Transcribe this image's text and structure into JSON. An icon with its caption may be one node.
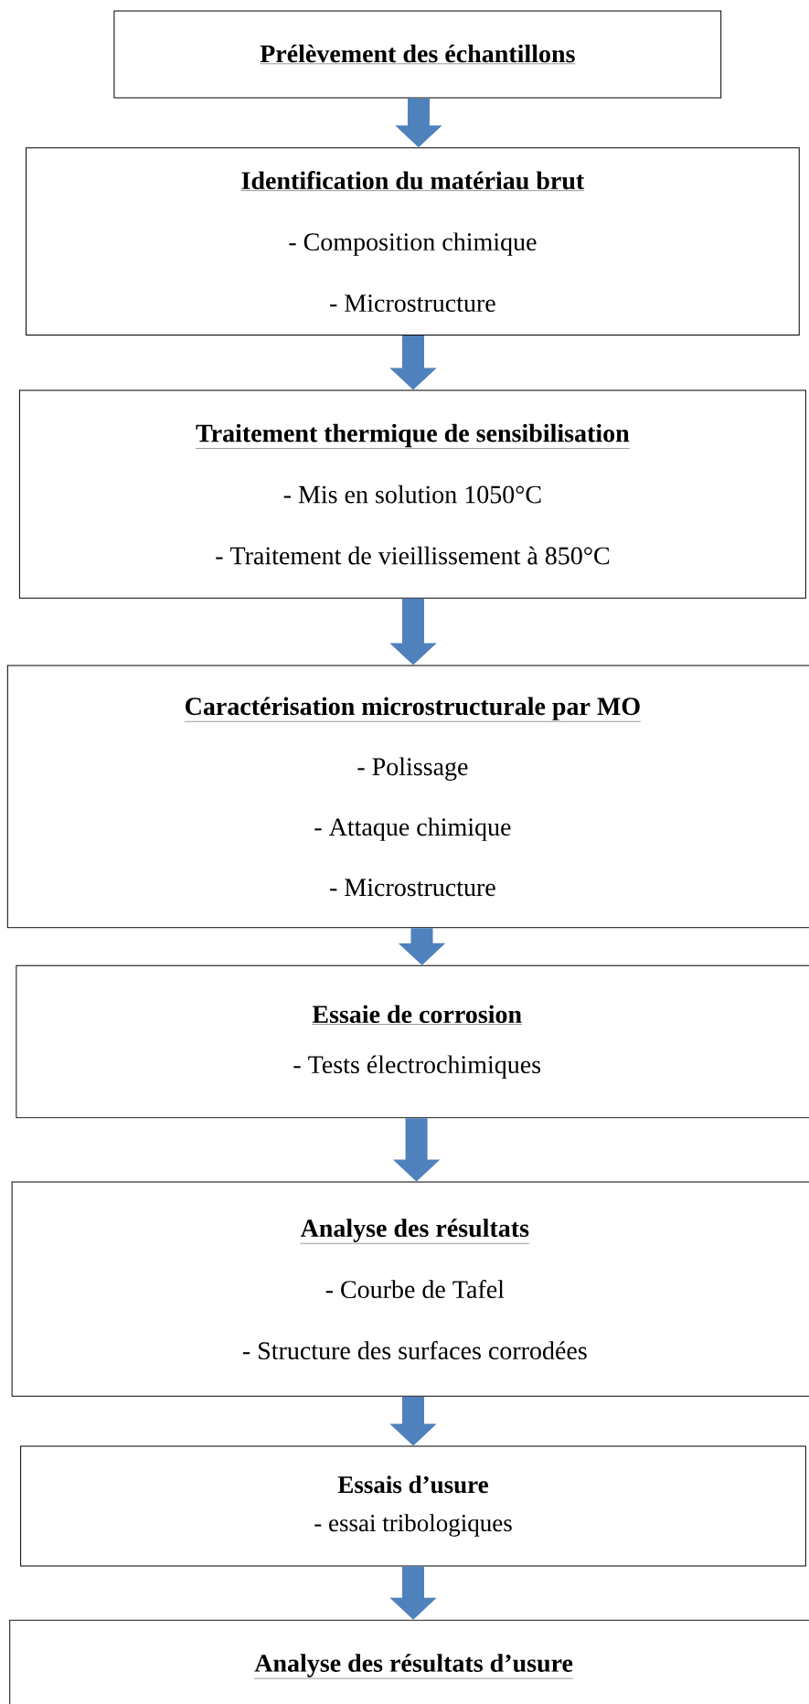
{
  "diagram": {
    "nodes": [
      {
        "text": [
          "Prélèvement des échantillons"
        ]
      },
      {
        "text": [
          "Identification du matériau brut",
          "- Composition chimique",
          "- Microstructure"
        ]
      },
      {
        "text": [
          "Traitement thermique de sensibilisation",
          "- Mis en solution 1050°C",
          "- Traitement de vieillissement à 850°C"
        ]
      },
      {
        "text": [
          "Caractérisation microstructurale par MO",
          "- Polissage",
          "- Attaque chimique",
          "- Microstructure"
        ]
      },
      {
        "text": [
          "Essaie de corrosion",
          "- Tests électrochimiques"
        ]
      },
      {
        "text": [
          "Analyse des résultats",
          "- Courbe de Tafel",
          "- Structure des surfaces corrodées"
        ]
      },
      {
        "text": [
          "Essais d’usure",
          "- essai tribologiques"
        ]
      },
      {
        "text": [
          "Analyse des résultats d’usure"
        ]
      }
    ],
    "edges": [
      {
        "from": 0,
        "to": 1,
        "arrow": "to"
      },
      {
        "from": 1,
        "to": 2,
        "arrow": "to"
      },
      {
        "from": 2,
        "to": 3,
        "arrow": "to"
      },
      {
        "from": 3,
        "to": 4,
        "arrow": "to"
      },
      {
        "from": 4,
        "to": 5,
        "arrow": "to"
      },
      {
        "from": 5,
        "to": 6,
        "arrow": "to"
      },
      {
        "from": 6,
        "to": 7,
        "arrow": "to"
      }
    ]
  }
}
